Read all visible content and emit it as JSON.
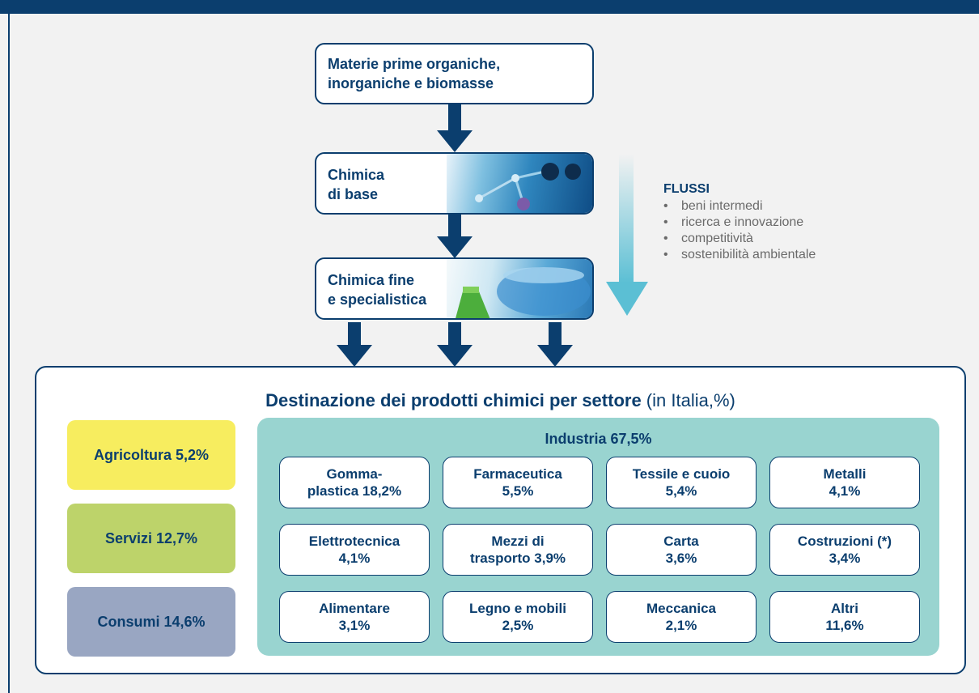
{
  "chain": {
    "box1": "Materie prime organiche,\ninorganiche e biomasse",
    "box2": "Chimica\ndi base",
    "box3": "Chimica fine\ne specialistica"
  },
  "flussi": {
    "title": "FLUSSI",
    "items": [
      "beni intermedi",
      "ricerca e innovazione",
      "competitività",
      "sostenibilità ambientale"
    ]
  },
  "destination": {
    "title_bold": "Destinazione dei prodotti chimici per settore",
    "title_note": " (in Italia,%)",
    "left": [
      "Agricoltura 5,2%",
      "Servizi 12,7%",
      "Consumi 14,6%"
    ],
    "industry_title": "Industria 67,5%",
    "industry": [
      "Gomma-\nplastica 18,2%",
      "Farmaceutica\n5,5%",
      "Tessile e cuoio\n5,4%",
      "Metalli\n4,1%",
      "Elettrotecnica\n4,1%",
      "Mezzi di\ntrasporto 3,9%",
      "Carta\n3,6%",
      "Costruzioni (*)\n3,4%",
      "Alimentare\n3,1%",
      "Legno e mobili\n2,5%",
      "Meccanica\n2,1%",
      "Altri\n11,6%"
    ]
  },
  "colors": {
    "navy": "#0b3e6e",
    "agricoltura": "#f7ed5f",
    "servizi": "#bdd36a",
    "consumi": "#99a6c2",
    "industria": "#99d4d0",
    "flow_arrow": "#5bbfd4"
  }
}
